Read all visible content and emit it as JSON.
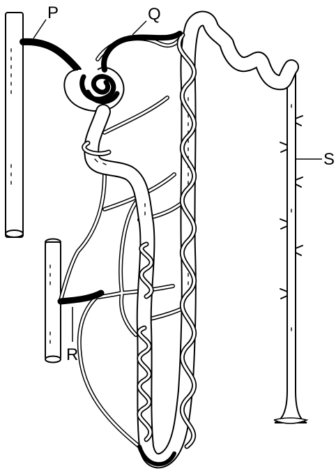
{
  "labels": {
    "p": "P",
    "q": "Q",
    "r": "R",
    "s": "S"
  },
  "colors": {
    "ink": "#000000",
    "paper": "#ffffff"
  }
}
